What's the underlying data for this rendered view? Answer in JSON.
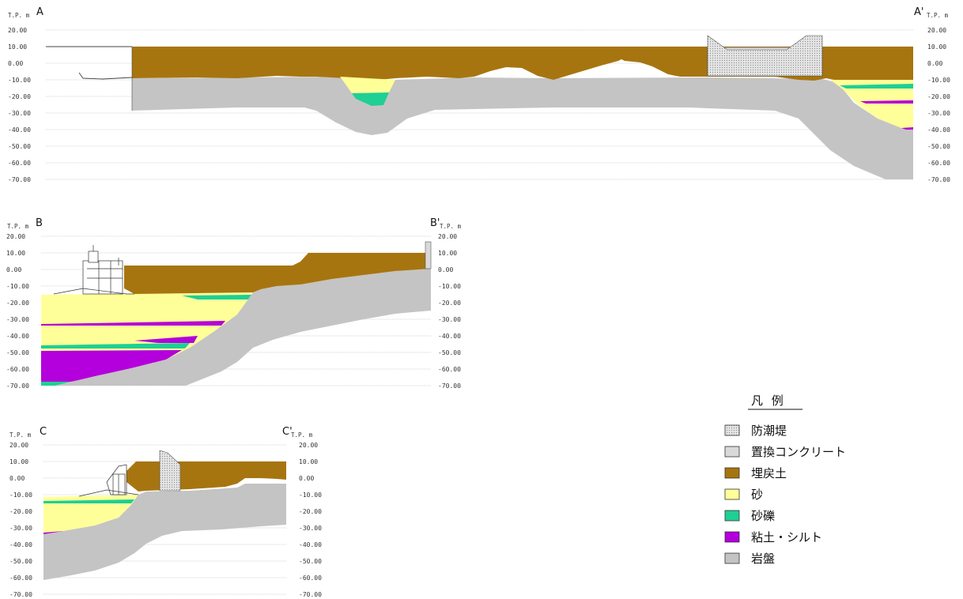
{
  "unit_label": "T.P. m",
  "y_ticks": [
    "20.00",
    "10.00",
    "0.00",
    "-10.00",
    "-20.00",
    "-30.00",
    "-40.00",
    "-50.00",
    "-60.00",
    "-70.00"
  ],
  "y_range": [
    -70,
    20
  ],
  "sections": [
    {
      "id": "A",
      "left": "A",
      "right": "A'"
    },
    {
      "id": "B",
      "left": "B",
      "right": "B'"
    },
    {
      "id": "C",
      "left": "C",
      "right": "C'"
    }
  ],
  "legend": {
    "title": "凡 例",
    "items": [
      {
        "key": "seawall",
        "label": "防潮堤",
        "color": "#d6d6d6",
        "pattern": "dots"
      },
      {
        "key": "replacement_concrete",
        "label": "置換コンクリート",
        "color": "#d9d9d9"
      },
      {
        "key": "backfill",
        "label": "埋戻土",
        "color": "#a7750f"
      },
      {
        "key": "sand",
        "label": "砂",
        "color": "#ffff99"
      },
      {
        "key": "gravel",
        "label": "砂礫",
        "color": "#1fcf94"
      },
      {
        "key": "clay_silt",
        "label": "粘土・シルト",
        "color": "#b400dc"
      },
      {
        "key": "bedrock",
        "label": "岩盤",
        "color": "#c4c4c4"
      }
    ]
  }
}
